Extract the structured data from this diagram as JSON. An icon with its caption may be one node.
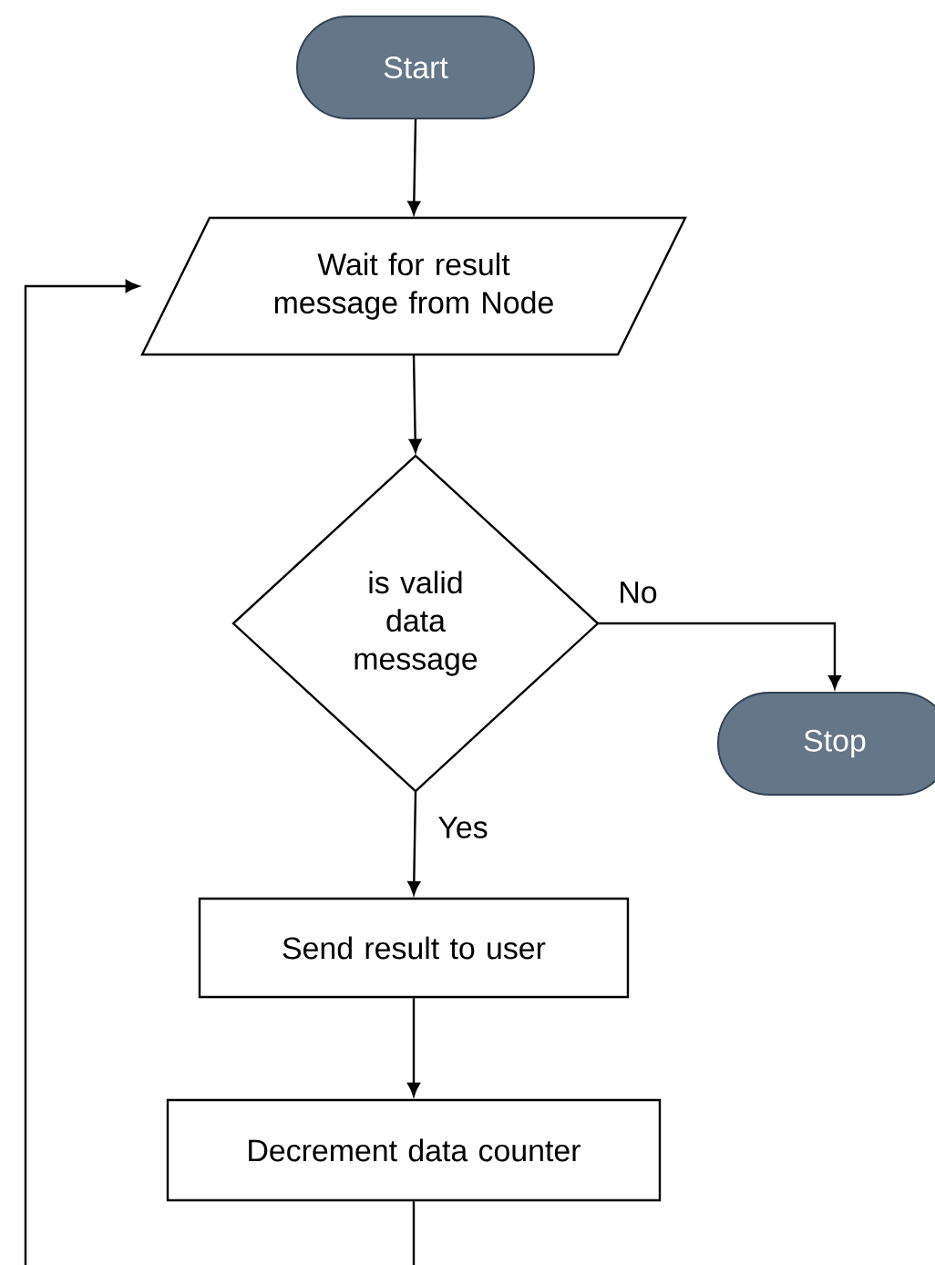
{
  "diagram": {
    "nodes": [
      {
        "text": [
          "Start"
        ]
      },
      {
        "text": [
          "Wait for result message from Node"
        ]
      },
      {
        "text": [
          "is valid data message"
        ]
      },
      {
        "text": [
          "Stop"
        ]
      },
      {
        "text": [
          "Send result to user"
        ]
      },
      {
        "text": [
          "Decrement data counter"
        ]
      }
    ],
    "edges": [
      {
        "from": 0,
        "to": 1,
        "arrow": "to"
      },
      {
        "from": 1,
        "to": 2,
        "arrow": "to"
      },
      {
        "from": 2,
        "to": 3,
        "arrow": "to",
        "label": "No"
      },
      {
        "from": 2,
        "to": 4,
        "arrow": "to",
        "label": "Yes"
      },
      {
        "from": 4,
        "to": 5,
        "arrow": "to"
      },
      {
        "from": 5,
        "to": 1,
        "arrow": "to"
      }
    ]
  }
}
